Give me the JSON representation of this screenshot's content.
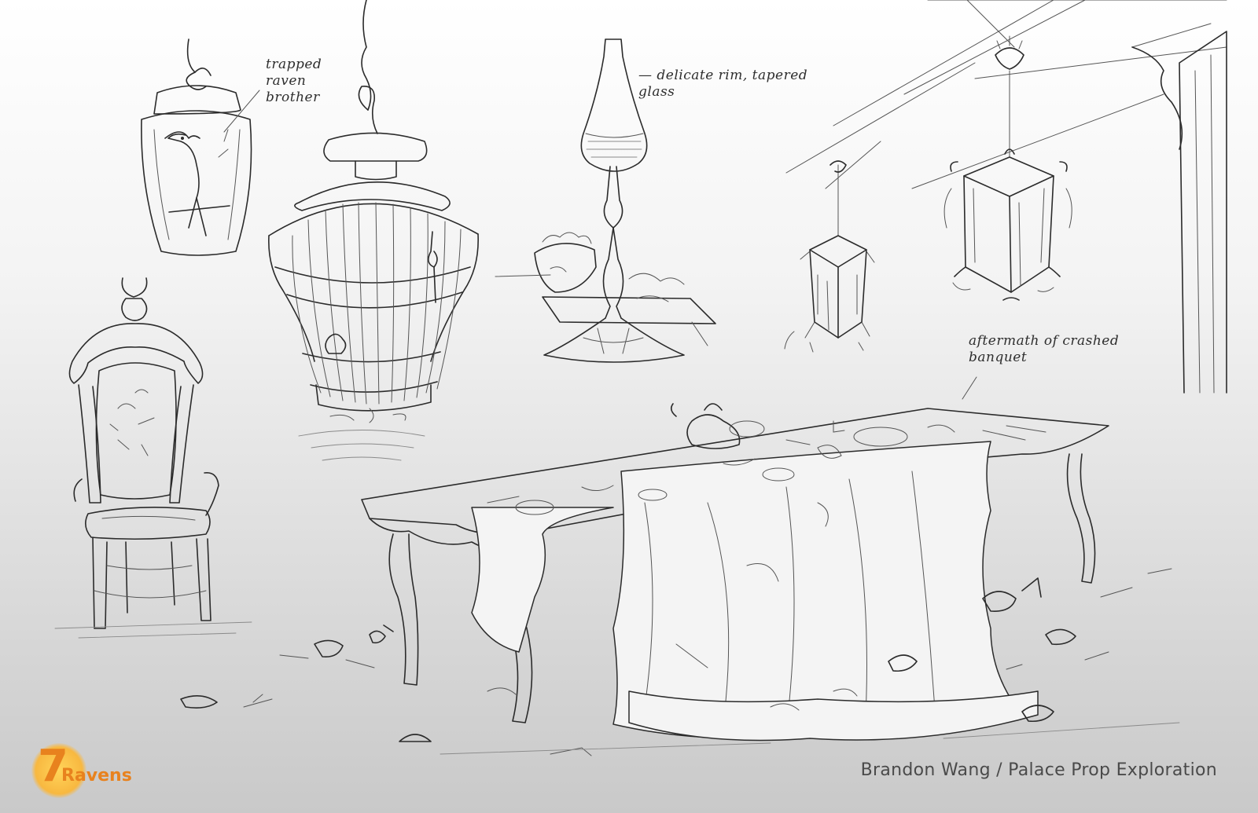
{
  "annotations": {
    "raven": "trapped raven brother",
    "glass": "— delicate rim, tapered glass",
    "banquet": "aftermath of crashed banquet"
  },
  "logo": {
    "numeral": "7",
    "word": "Ravens",
    "color": "#e8821e",
    "sun_color": "#f8b840"
  },
  "credit": "Brandon Wang / Palace Prop Exploration"
}
